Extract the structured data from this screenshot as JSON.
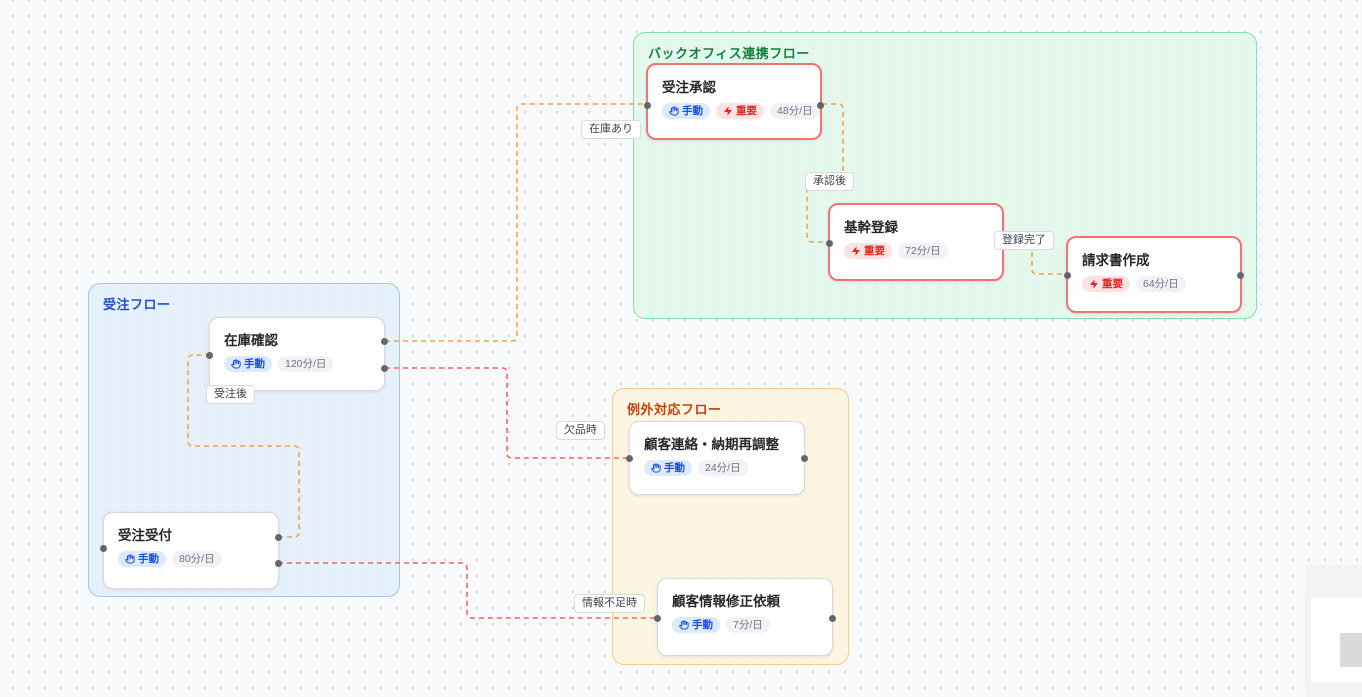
{
  "groups": {
    "backoffice": {
      "title": "バックオフィス連携フロー"
    },
    "order": {
      "title": "受注フロー"
    },
    "exception": {
      "title": "例外対応フロー"
    }
  },
  "badges": {
    "manual": "手動",
    "important": "重要"
  },
  "nodes": {
    "order_approval": {
      "title": "受注承認",
      "time": "48分/日"
    },
    "core_registration": {
      "title": "基幹登録",
      "time": "72分/日"
    },
    "invoice_creation": {
      "title": "請求書作成",
      "time": "64分/日"
    },
    "inventory_check": {
      "title": "在庫確認",
      "time": "120分/日"
    },
    "order_reception": {
      "title": "受注受付",
      "time": "80分/日"
    },
    "customer_contact": {
      "title": "顧客連絡・納期再調整",
      "time": "24分/日"
    },
    "customer_info_fix": {
      "title": "顧客情報修正依頼",
      "time": "7分/日"
    }
  },
  "edge_labels": {
    "in_stock": "在庫あり",
    "after_approval": "承認後",
    "registration_done": "登録完了",
    "after_order": "受注後",
    "out_of_stock": "欠品時",
    "insufficient_info": "情報不足時"
  },
  "colors": {
    "group_green_border": "#86dfa8",
    "group_green_title": "#15803d",
    "group_blue_border": "#a3c6ef",
    "group_blue_title": "#1d4ed8",
    "group_yellow_border": "#f2cd85",
    "group_yellow_title": "#c2410c",
    "node_red_border": "#f87171",
    "node_gray_border": "#d6d9de",
    "edge_orange": "#f6a24b",
    "edge_red": "#f0655c",
    "badge_manual_bg": "#dbeafe",
    "badge_manual_text": "#1d4ed8",
    "badge_important_bg": "#fee2e2",
    "badge_important_text": "#dc2626",
    "badge_time_bg": "#f1f2f5",
    "badge_time_text": "#6f7380"
  }
}
